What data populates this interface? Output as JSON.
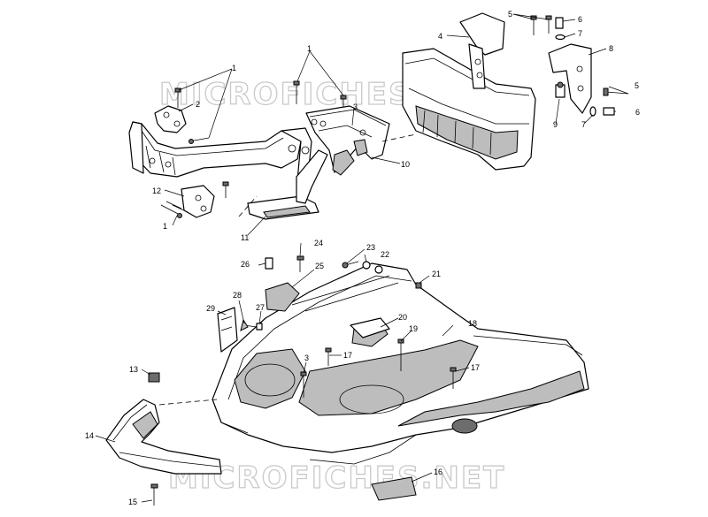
{
  "watermark": "MICROFICHES.NET",
  "callouts": [
    {
      "id": "c1a",
      "text": "1"
    },
    {
      "id": "c1b",
      "text": "1"
    },
    {
      "id": "c1c",
      "text": "1"
    },
    {
      "id": "c2",
      "text": "2"
    },
    {
      "id": "c3a",
      "text": "3"
    },
    {
      "id": "c3b",
      "text": "3"
    },
    {
      "id": "c4",
      "text": "4"
    },
    {
      "id": "c5a",
      "text": "5"
    },
    {
      "id": "c5b",
      "text": "5"
    },
    {
      "id": "c6a",
      "text": "6"
    },
    {
      "id": "c6b",
      "text": "6"
    },
    {
      "id": "c7a",
      "text": "7"
    },
    {
      "id": "c7b",
      "text": "7"
    },
    {
      "id": "c8",
      "text": "8"
    },
    {
      "id": "c9",
      "text": "9"
    },
    {
      "id": "c10",
      "text": "10"
    },
    {
      "id": "c11",
      "text": "11"
    },
    {
      "id": "c12",
      "text": "12"
    },
    {
      "id": "c13",
      "text": "13"
    },
    {
      "id": "c14",
      "text": "14"
    },
    {
      "id": "c15",
      "text": "15"
    },
    {
      "id": "c16",
      "text": "16"
    },
    {
      "id": "c17a",
      "text": "17"
    },
    {
      "id": "c17b",
      "text": "17"
    },
    {
      "id": "c18",
      "text": "18"
    },
    {
      "id": "c19",
      "text": "19"
    },
    {
      "id": "c20",
      "text": "20"
    },
    {
      "id": "c21",
      "text": "21"
    },
    {
      "id": "c22",
      "text": "22"
    },
    {
      "id": "c23",
      "text": "23"
    },
    {
      "id": "c24",
      "text": "24"
    },
    {
      "id": "c25",
      "text": "25"
    },
    {
      "id": "c26",
      "text": "26"
    },
    {
      "id": "c27",
      "text": "27"
    },
    {
      "id": "c28",
      "text": "28"
    },
    {
      "id": "c29",
      "text": "29"
    }
  ]
}
